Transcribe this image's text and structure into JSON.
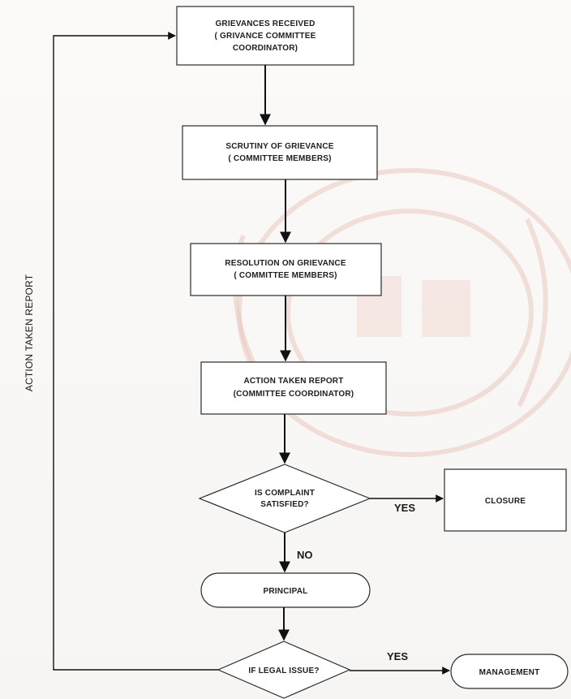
{
  "flowchart": {
    "nodes": {
      "grievances_received": [
        "GRIEVANCES RECEIVED",
        "( GRIVANCE COMMITTEE",
        "COORDINATOR)"
      ],
      "scrutiny": [
        "SCRUTINY OF GRIEVANCE",
        "( COMMITTEE MEMBERS)"
      ],
      "resolution": [
        "RESOLUTION ON GRIEVANCE",
        "( COMMITTEE MEMBERS)"
      ],
      "action_taken": [
        "ACTION TAKEN REPORT",
        "(COMMITTEE COORDINATOR)"
      ],
      "is_satisfied": [
        "IS COMPLAINT",
        "SATISFIED?"
      ],
      "closure": "CLOSURE",
      "principal": "PRINCIPAL",
      "legal_issue": "IF LEGAL ISSUE?",
      "management": "MANAGEMENT"
    },
    "edge_labels": {
      "satisfied_yes": "YES",
      "satisfied_no": "NO",
      "legal_yes": "YES"
    },
    "feedback_label": "ACTION TAKEN REPORT"
  },
  "colors": {
    "stroke": "#2a2a2a",
    "text": "#1e1e1e",
    "watermark": "#e9c9c0"
  }
}
